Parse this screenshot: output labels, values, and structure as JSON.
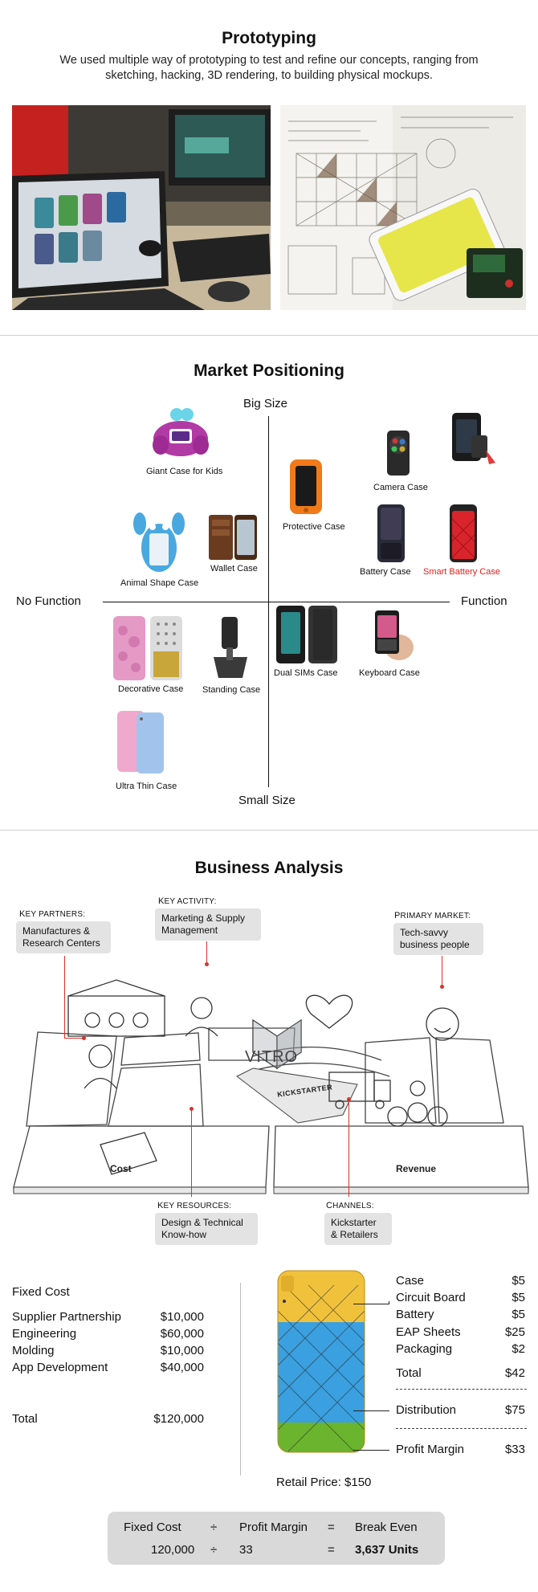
{
  "prototyping": {
    "title": "Prototyping",
    "description": "We used multiple way of prototyping to test and refine our concepts, ranging from sketching, hacking, 3D rendering, to building physical mockups."
  },
  "market": {
    "title": "Market Positioning",
    "axis": {
      "top": "Big Size",
      "bottom": "Small Size",
      "left": "No Function",
      "right": "Function"
    },
    "cases": [
      {
        "label": "Giant Case for Kids",
        "highlight": false
      },
      {
        "label": "Camera Case",
        "highlight": false
      },
      {
        "label": "Protective Case",
        "highlight": false
      },
      {
        "label": "Wallet Case",
        "highlight": false
      },
      {
        "label": "Animal Shape Case",
        "highlight": false
      },
      {
        "label": "Battery Case",
        "highlight": false
      },
      {
        "label": "Smart Battery Case",
        "highlight": true
      },
      {
        "label": "Decorative Case",
        "highlight": false
      },
      {
        "label": "Standing Case",
        "highlight": false
      },
      {
        "label": "Dual SIMs Case",
        "highlight": false
      },
      {
        "label": "Keyboard Case",
        "highlight": false
      },
      {
        "label": "Ultra Thin Case",
        "highlight": false
      }
    ],
    "colors": {
      "highlight": "#e0201b"
    }
  },
  "business": {
    "title": "Business Analysis",
    "key_partners": {
      "heading_cap": "K",
      "heading_rest": "EY PARTNERS:",
      "box_line1": "Manufactures &",
      "box_line2": "Research Centers"
    },
    "key_activity": {
      "heading_cap": "K",
      "heading_rest": "EY ACTIVITY:",
      "box_line1": "Marketing & Supply",
      "box_line2": "Management"
    },
    "primary_market": {
      "heading_cap": "P",
      "heading_rest": "RIMARY MARKET:",
      "box_line1": "Tech-savvy",
      "box_line2": "business people"
    },
    "key_resources": {
      "heading_cap": "K",
      "heading_rest": "EY RESOURCES:",
      "box_line1": "Design & Technical",
      "box_line2": "Know-how"
    },
    "channels": {
      "heading_cap": "C",
      "heading_rest": "HANNELS:",
      "box_line1": "Kickstarter",
      "box_line2": "& Retailers"
    },
    "sketch_labels": {
      "brand": "VITRO",
      "cost": "Cost",
      "revenue": "Revenue",
      "kickstarter": "KICKSTARTER"
    }
  },
  "fixed_cost": {
    "heading": "Fixed Cost",
    "items": [
      {
        "label": "Supplier Partnership",
        "value": "$10,000"
      },
      {
        "label": "Engineering",
        "value": "$60,000"
      },
      {
        "label": "Molding",
        "value": "$10,000"
      },
      {
        "label": "App Development",
        "value": "$40,000"
      }
    ],
    "total_label": "Total",
    "total_value": "$120,000"
  },
  "unit_cost": {
    "items": [
      {
        "label": "Case",
        "value": "$5"
      },
      {
        "label": "Circuit Board",
        "value": "$5"
      },
      {
        "label": "Battery",
        "value": "$5"
      },
      {
        "label": "EAP Sheets",
        "value": "$25"
      },
      {
        "label": "Packaging",
        "value": "$2"
      }
    ],
    "total": {
      "label": "Total",
      "value": "$42"
    },
    "distribution": {
      "label": "Distribution",
      "value": "$75"
    },
    "profit": {
      "label": "Profit Margin",
      "value": "$33"
    },
    "retail": "Retail Price: $150",
    "colors": {
      "top": "#f0c23c",
      "middle": "#3aa0e0",
      "bottom": "#6ab42e"
    }
  },
  "formula": {
    "h1": "Fixed Cost",
    "op1": "÷",
    "h2": "Profit Margin",
    "op2": "=",
    "h3": "Break Even",
    "v1": "120,000",
    "vop1": "÷",
    "v2": "33",
    "vop2": "=",
    "v3": "3,637 Units"
  }
}
